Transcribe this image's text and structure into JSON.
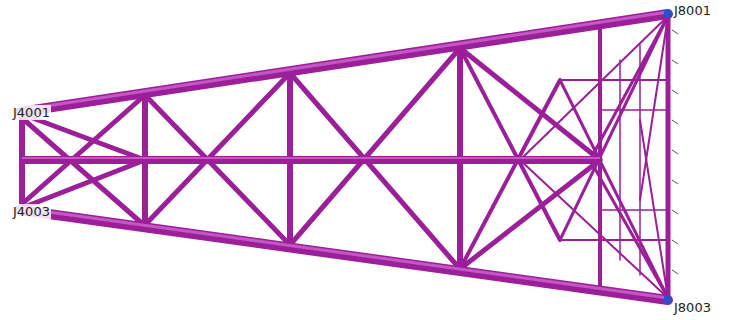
{
  "diagram": {
    "labels": [
      "J4001",
      "J4003",
      "J8001",
      "J8003"
    ]
  }
}
